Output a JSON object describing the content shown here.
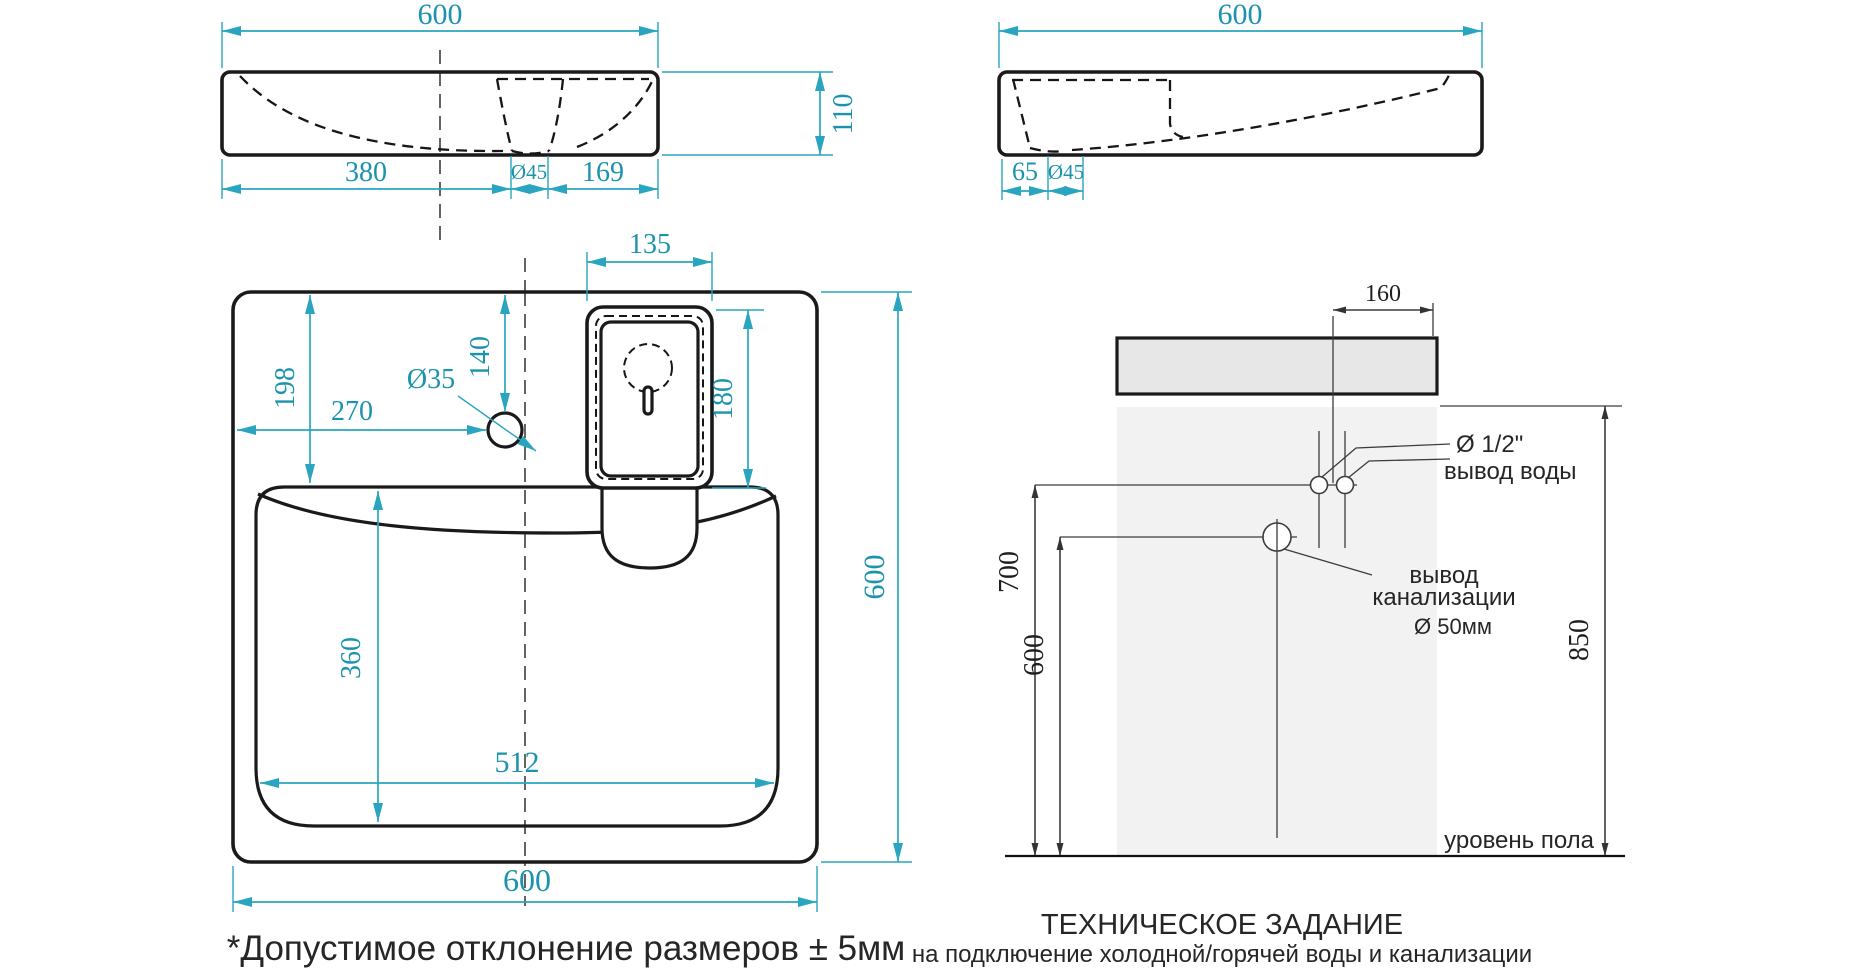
{
  "colors": {
    "dim_text": "#1b93ad",
    "dim_line": "#2aa5c0",
    "ink": "#1a1a1a",
    "tech_line": "#3c3c3c",
    "bar_fill": "#e7e7e7",
    "wall_fill": "#f2f2f2"
  },
  "front_view": {
    "width_top": "600",
    "left_to_drain": "380",
    "drain_dia": "Ø45",
    "drain_to_right": "169",
    "height": "110"
  },
  "side_view": {
    "width_top": "600",
    "edge_to_drain": "65",
    "drain_dia": "Ø45"
  },
  "top_view": {
    "overflow_width": "135",
    "faucet_from_top": "140",
    "top_to_basin": "198",
    "faucet_from_left": "270",
    "faucet_hole_dia": "Ø35",
    "overflow_height": "180",
    "basin_depth": "360",
    "basin_width": "512",
    "height_right": "600",
    "width_bottom": "600"
  },
  "installation": {
    "faucet_offset": "160",
    "water_height": "700",
    "sewer_height": "600",
    "rim_height": "850",
    "water_size": "Ø 1/2\"",
    "water_label": "вывод воды",
    "sewer_label_line1": "вывод",
    "sewer_label_line2": "канализации",
    "sewer_size": "Ø 50мм",
    "floor_label": "уровень пола",
    "title": "ТЕХНИЧЕСКОЕ ЗАДАНИЕ",
    "subtitle": "на подключение холодной/горячей воды и канализации"
  },
  "note": "*Допустимое отклонение размеров ± 5мм"
}
